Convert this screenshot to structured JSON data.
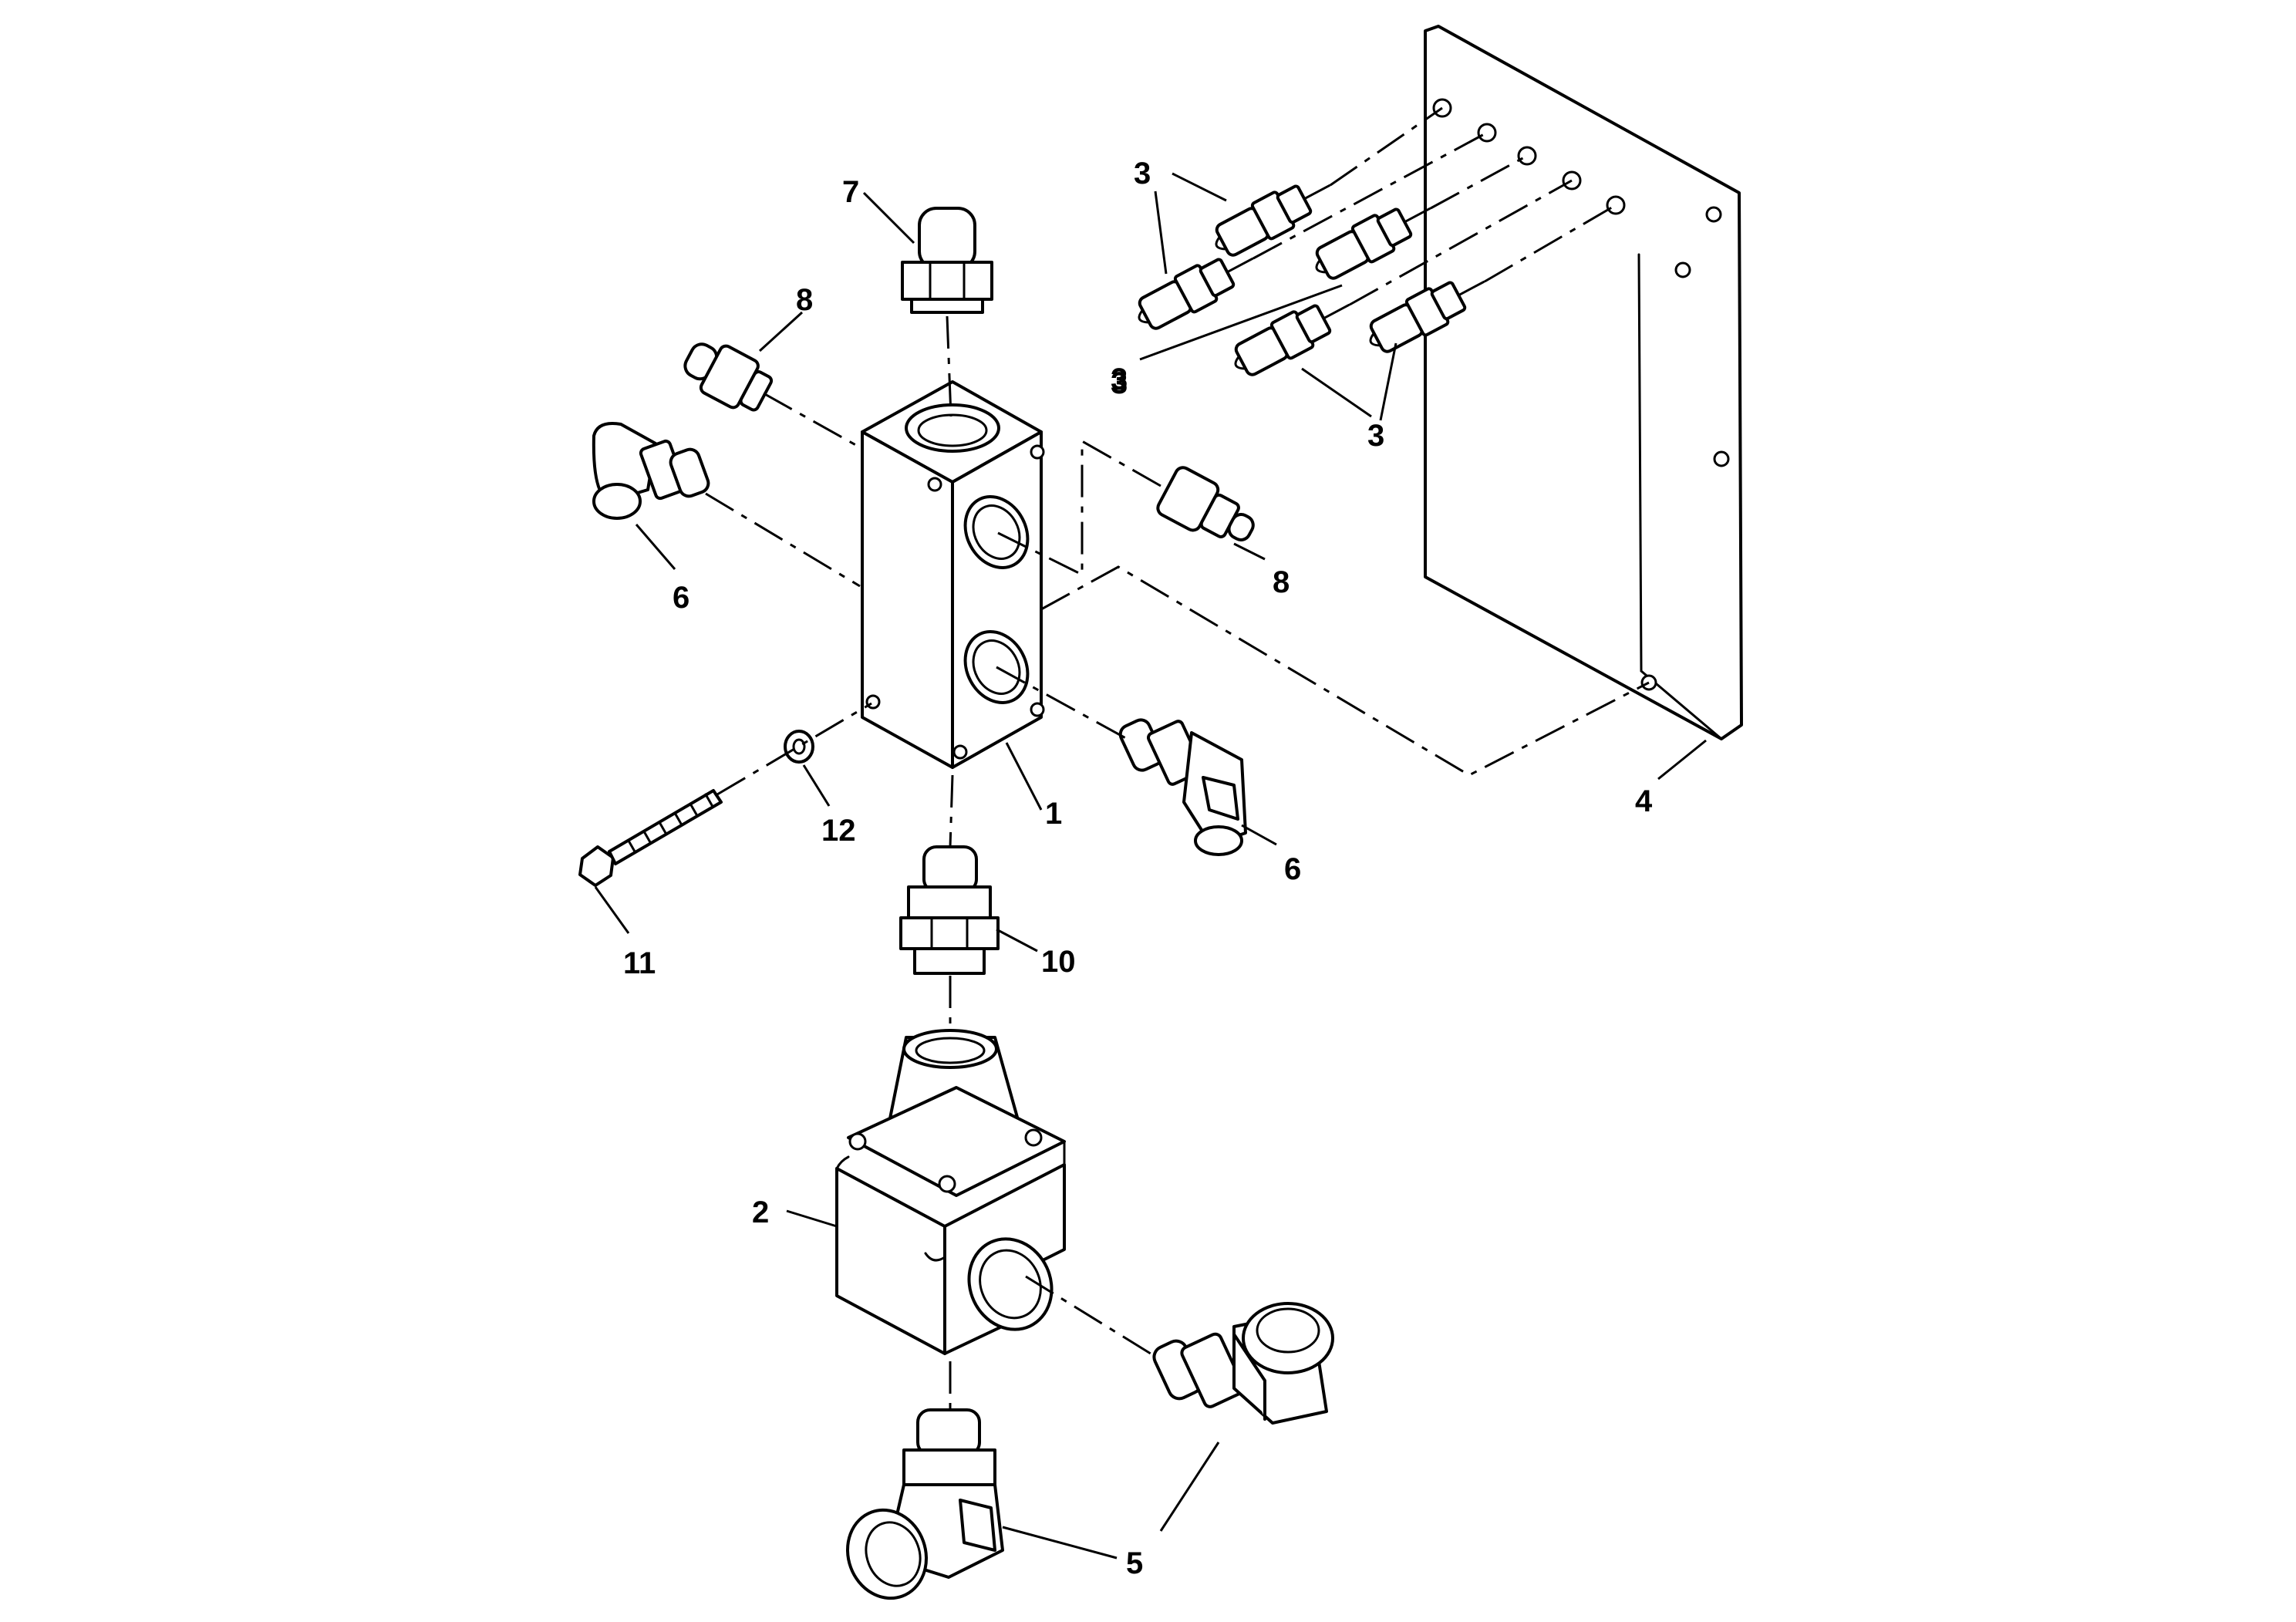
{
  "callouts": [
    {
      "id": "1",
      "text": "1"
    },
    {
      "id": "2",
      "text": "2"
    },
    {
      "id": "3a",
      "text": "3"
    },
    {
      "id": "3b",
      "text": "3"
    },
    {
      "id": "3c",
      "text": "3"
    },
    {
      "id": "3d",
      "text": "3"
    },
    {
      "id": "4",
      "text": "4"
    },
    {
      "id": "5",
      "text": "5"
    },
    {
      "id": "6a",
      "text": "6"
    },
    {
      "id": "6b",
      "text": "6"
    },
    {
      "id": "7",
      "text": "7"
    },
    {
      "id": "8a",
      "text": "8"
    },
    {
      "id": "8b",
      "text": "8"
    },
    {
      "id": "10",
      "text": "10"
    },
    {
      "id": "11",
      "text": "11"
    },
    {
      "id": "12",
      "text": "12"
    }
  ]
}
